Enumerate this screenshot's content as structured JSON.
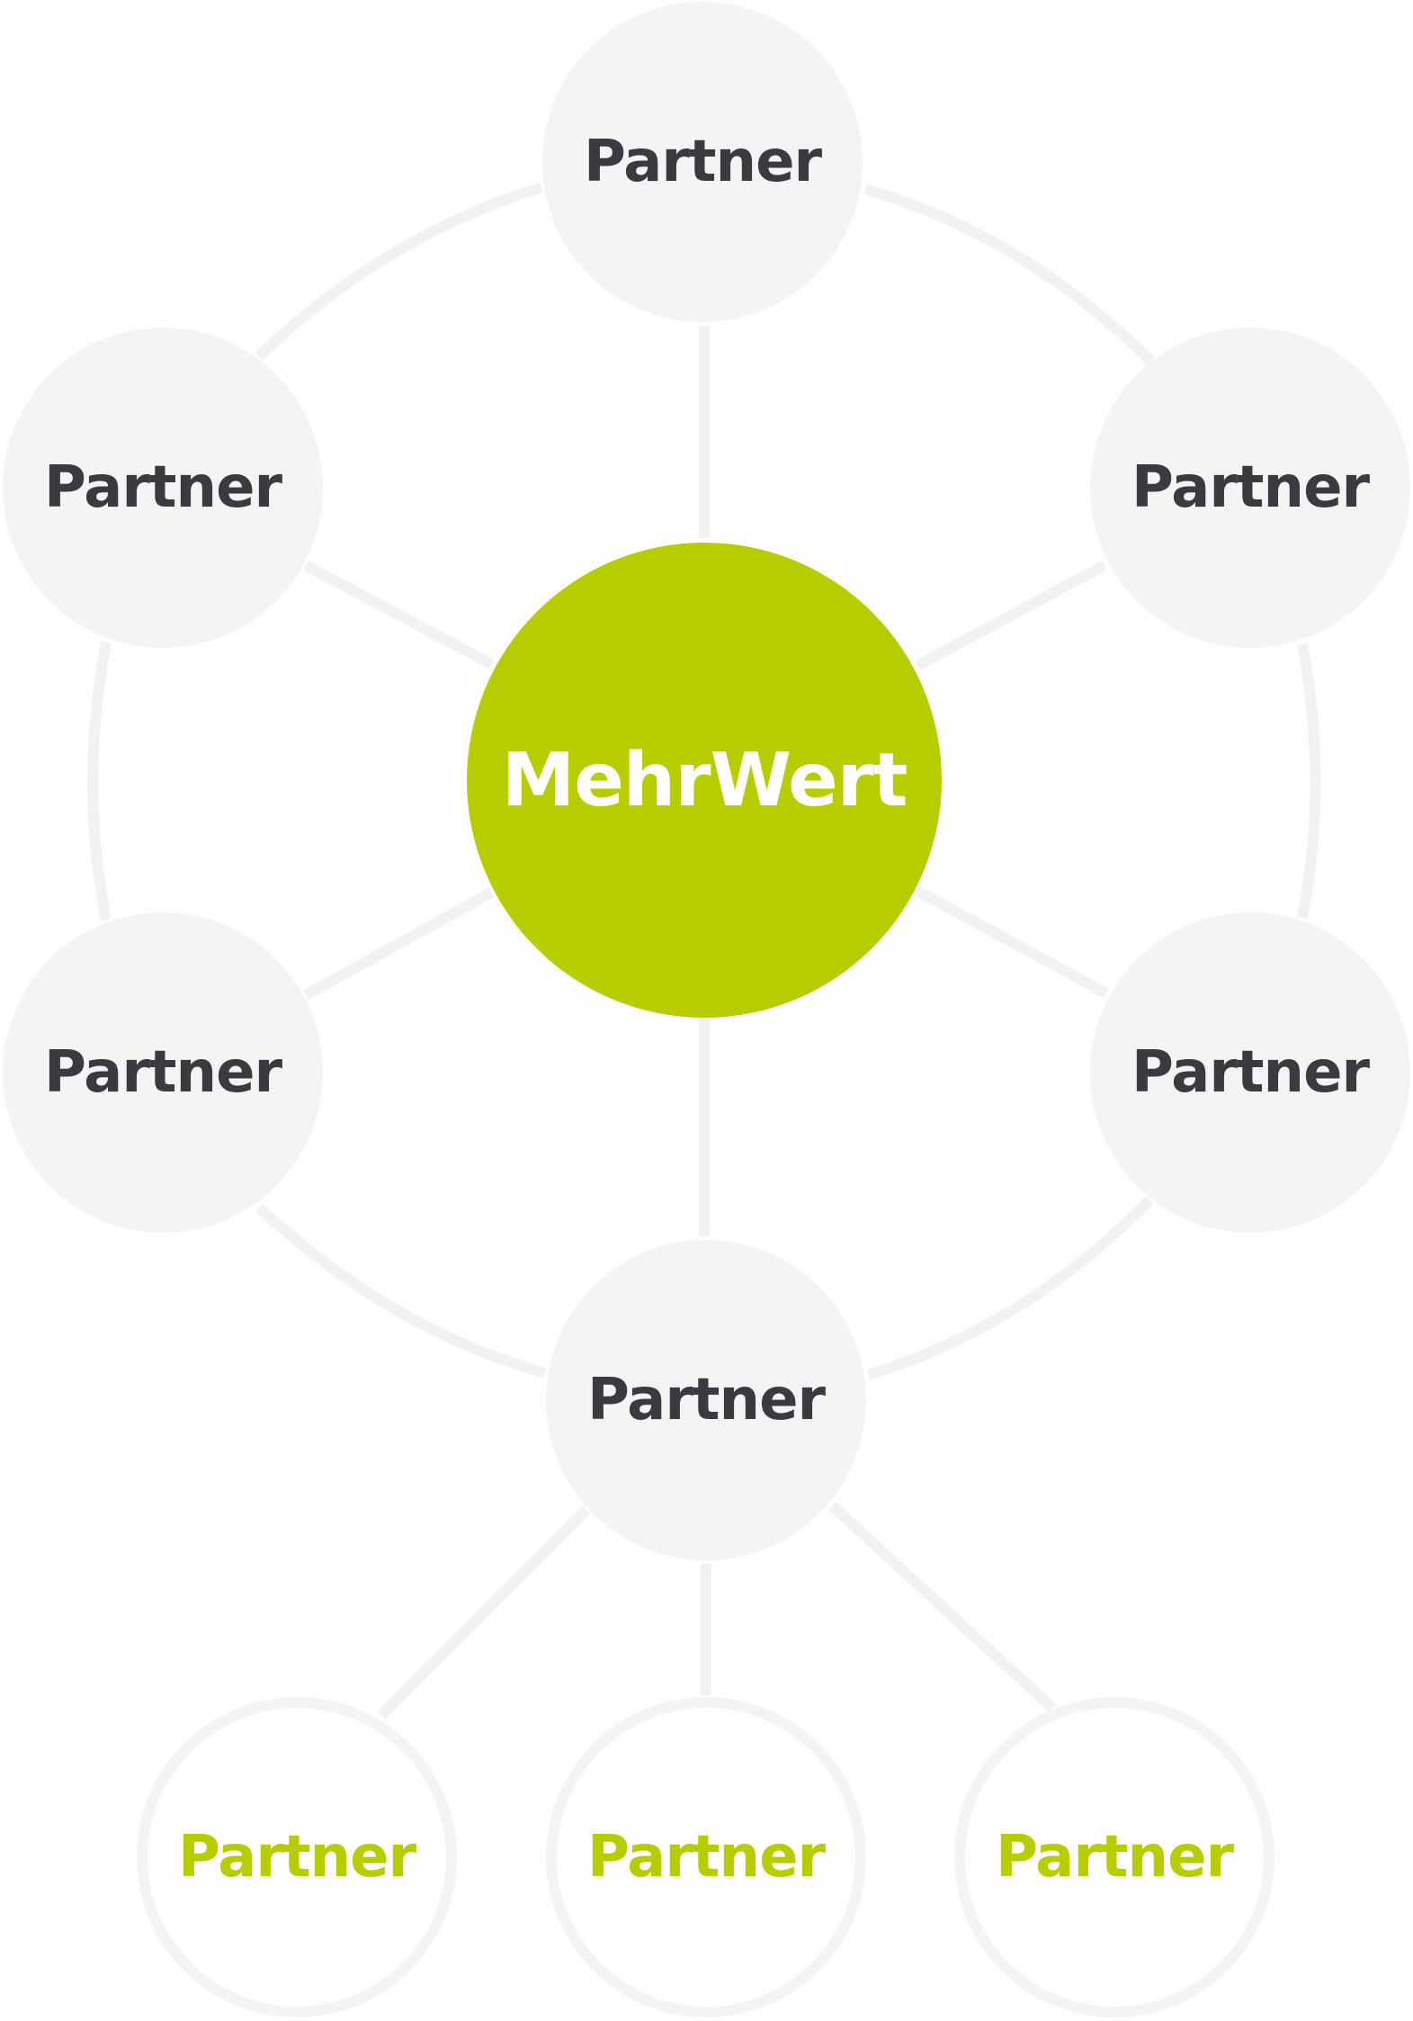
{
  "colors": {
    "accent": "#b7cd00",
    "node_fill": "#f4f4f4",
    "line": "#f2f2f2",
    "text_dark": "#3a3b40",
    "text_on_accent": "#ffffff"
  },
  "center": {
    "label": "MehrWert"
  },
  "ring_nodes": [
    {
      "label": "Partner"
    },
    {
      "label": "Partner"
    },
    {
      "label": "Partner"
    },
    {
      "label": "Partner"
    },
    {
      "label": "Partner"
    },
    {
      "label": "Partner"
    }
  ],
  "sub_nodes": [
    {
      "label": "Partner"
    },
    {
      "label": "Partner"
    },
    {
      "label": "Partner"
    }
  ]
}
